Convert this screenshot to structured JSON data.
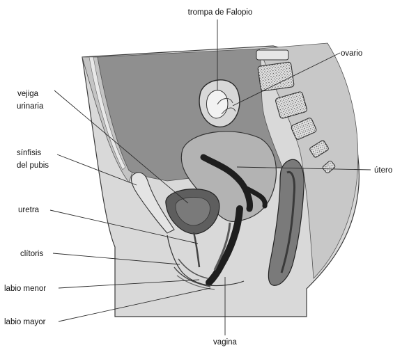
{
  "labels": {
    "trompa": "trompa de Falopio",
    "ovario": "ovario",
    "vejiga_1": "vejiga",
    "vejiga_2": "urinaria",
    "sinfisis_1": "sínfisis",
    "sinfisis_2": "del pubis",
    "utero": "útero",
    "uretra": "uretra",
    "clitoris": "clítoris",
    "labio_menor": "labio menor",
    "labio_mayor": "labio mayor",
    "vagina": "vagina"
  },
  "colors": {
    "background": "#ffffff",
    "body_outline": "#3a3a3a",
    "pelvic_cavity": "#8f8f8f",
    "abdominal_wall": "#c9c9c9",
    "skin": "#d9d9d9",
    "uterus": "#b3b3b3",
    "uterine_cavity": "#1e1e1e",
    "bladder": "#5e5e5e",
    "rectum": "#7a7a7a",
    "vertebra": "#dcdcdc",
    "leader_lines": "#2a2a2a"
  }
}
